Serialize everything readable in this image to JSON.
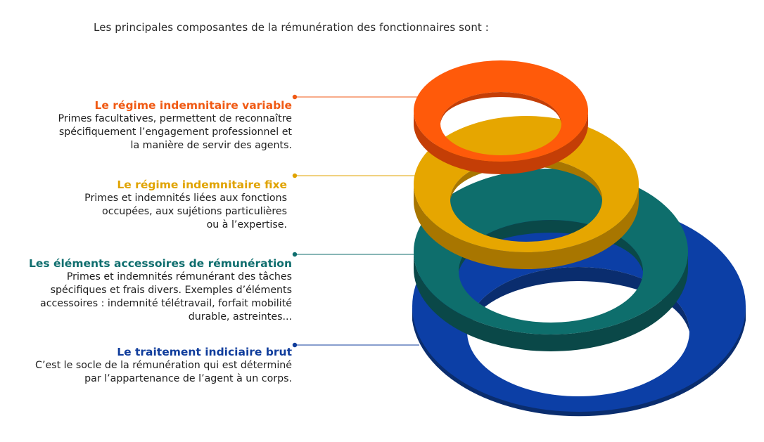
{
  "intro": "Les principales composantes de la rémunération des fonctionnaires sont :",
  "items": [
    {
      "title": "Le régime indemnitaire variable",
      "lines": [
        "Primes facultatives, permettent de reconnaître",
        "spécifiquement l’engagement professionnel et",
        "la manière de servir des agents."
      ],
      "color": "#f05a14"
    },
    {
      "title": "Le régime indemnitaire fixe",
      "lines": [
        "Primes et indemnités liées aux fonctions",
        "occupées, aux sujétions particulières",
        "ou à l’expertise."
      ],
      "color": "#e0a300"
    },
    {
      "title": "Les éléments accessoires de rémunération",
      "lines": [
        "Primes et indemnités rémunérant des tâches",
        "spécifiques et frais divers. Exemples d’éléments",
        "accessoires : indemnité télétravail, forfait mobilité",
        "durable, astreintes..."
      ],
      "color": "#0f6e6e"
    },
    {
      "title": "Le traitement indiciaire brut",
      "lines": [
        "C’est le socle de la rémunération qui est déterminé",
        "par l’appartenance de l’agent à un corps."
      ],
      "color": "#103d9c"
    }
  ],
  "ring_colors": {
    "orange_top": "#ff5a0a",
    "orange_side": "#c43e06",
    "yellow_top": "#e6a600",
    "yellow_side": "#a87600",
    "teal_top": "#0e6e6c",
    "teal_side": "#0a4848",
    "blue_top": "#0c3fa6",
    "blue_side": "#0a2d6e"
  }
}
